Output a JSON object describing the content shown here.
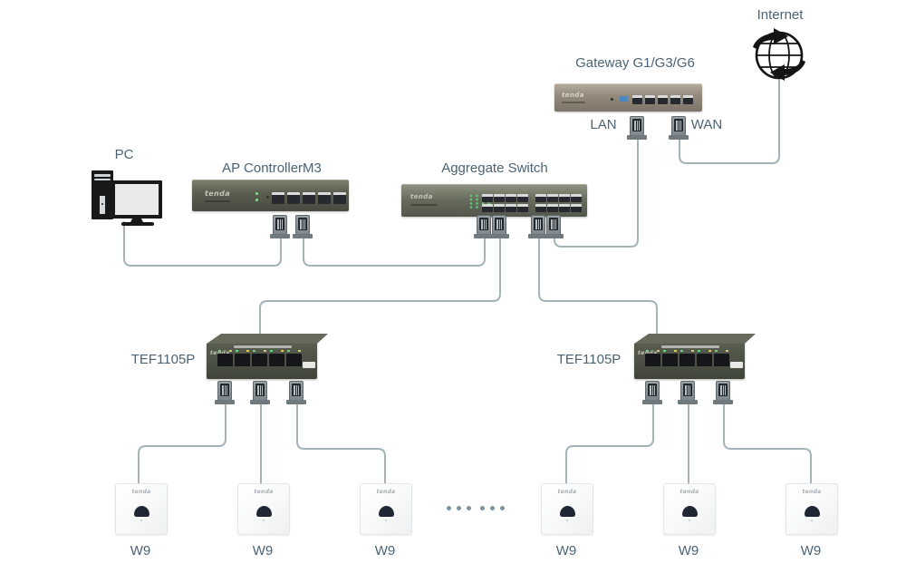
{
  "labels": {
    "internet": "Internet",
    "gateway": "Gateway G1/G3/G6",
    "lan": "LAN",
    "wan": "WAN",
    "pc": "PC",
    "ap_controller": "AP ControllerM3",
    "aggregate_switch": "Aggregate Switch",
    "tef_left": "TEF1105P",
    "tef_right": "TEF1105P"
  },
  "w9_labels": [
    "W9",
    "W9",
    "W9",
    "W9",
    "W9",
    "W9"
  ],
  "brand": "tenda",
  "separator_dots_count": 6,
  "icons": [
    "internet-globe-icon",
    "pc-icon",
    "rj45-connector-icon"
  ],
  "colors": {
    "label_text": "#4b6374",
    "cable": "#a3b4b8",
    "device_olive": "#565b4e",
    "gateway_taupe": "#948b7d",
    "w9_accent": "#202634"
  }
}
